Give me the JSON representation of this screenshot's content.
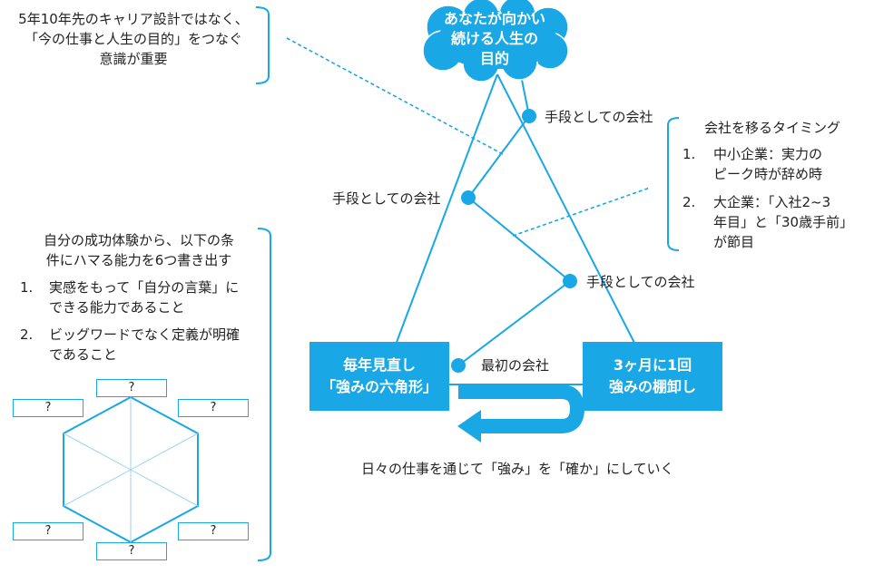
{
  "goal": {
    "lines": [
      "あなたが向かい",
      "続ける人生の",
      "目的"
    ]
  },
  "left_note": {
    "lines": [
      "5年10年先のキャリア設計ではなく、",
      "「今の仕事と人生の目的」をつなぐ",
      "意識が重要"
    ]
  },
  "timing": {
    "title": "会社を移るタイミング",
    "items": [
      {
        "num": "1.",
        "lines": [
          "中小企業：実力の",
          "ピーク時が辞め時"
        ]
      },
      {
        "num": "2.",
        "lines": [
          "大企業：「入社2~3",
          "年目」と「30歳手前」",
          "が節目"
        ]
      }
    ]
  },
  "strengths": {
    "intro": [
      "自分の成功体験から、以下の条",
      "件にハマる能力を6つ書き出す"
    ],
    "items": [
      {
        "num": "1.",
        "lines": [
          "実感をもって「自分の言葉」に",
          "できる能力であること"
        ]
      },
      {
        "num": "2.",
        "lines": [
          "ビッグワードでなく定義が明確",
          "であること"
        ]
      }
    ],
    "hexagon_slots": [
      "?",
      "?",
      "?",
      "?",
      "?",
      "?"
    ]
  },
  "companies": {
    "means_label": "手段としての会社",
    "first_label": "最初の会社"
  },
  "boxes": {
    "annual": [
      "毎年見直し",
      "「強みの六角形」"
    ],
    "quarterly": [
      "3ヶ月に1回",
      "強みの棚卸し"
    ]
  },
  "footer": "日々の仕事を通じて「強み」を「確か」にしていく",
  "colors": {
    "accent": "#1aa7e6",
    "bracket": "#1aa7e6",
    "text": "#222222"
  }
}
